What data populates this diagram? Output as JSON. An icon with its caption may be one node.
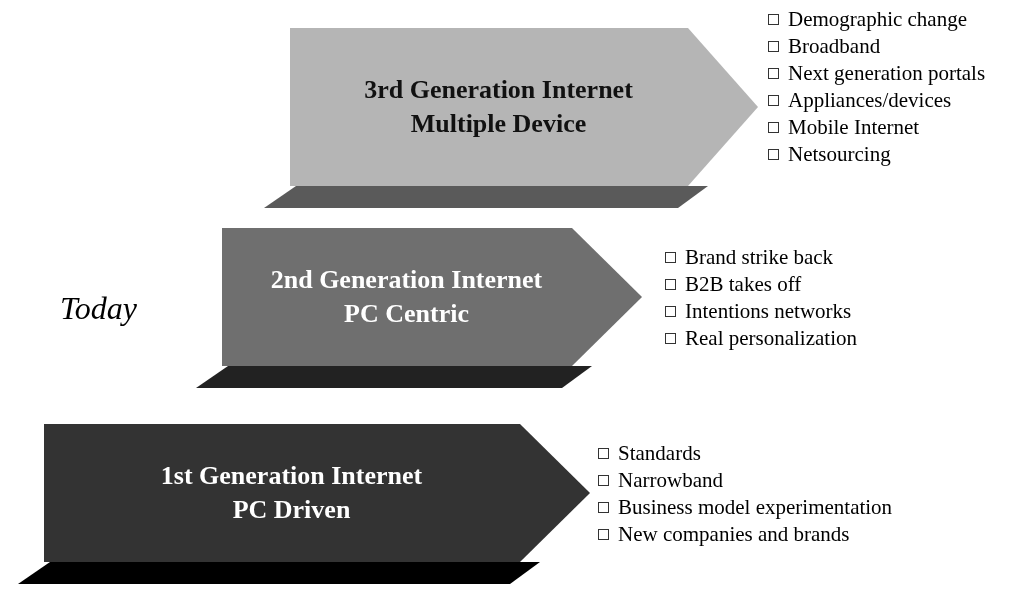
{
  "diagram": {
    "nodes": [
      {
        "text": [
          "3rd Generation Internet",
          "Multiple Device"
        ],
        "beside": [
          "Demographic change",
          "Broadband",
          "Next generation portals",
          "Appliances/devices",
          "Mobile Internet",
          "Netsourcing"
        ]
      },
      {
        "text": [
          "2nd Generation Internet",
          "PC Centric"
        ],
        "beside": [
          "Brand strike back",
          "B2B takes off",
          "Intentions networks",
          "Real personalization"
        ]
      },
      {
        "text": [
          "1st Generation Internet",
          "PC Driven"
        ],
        "beside": [
          "Standards",
          "Narrowband",
          "Business model experimentation",
          "New companies and brands"
        ]
      }
    ],
    "labels": [
      "Today"
    ]
  }
}
